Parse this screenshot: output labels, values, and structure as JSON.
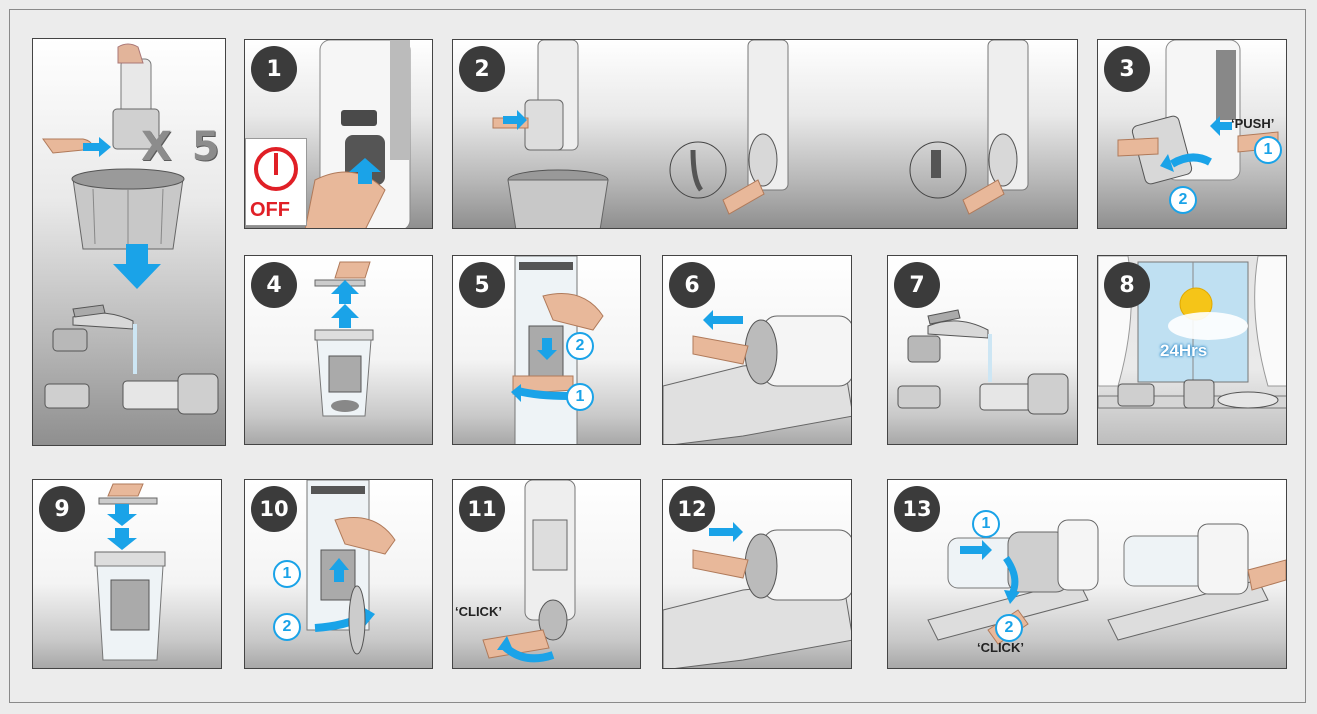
{
  "steps": [
    {
      "id": "pre",
      "badge": ""
    },
    {
      "id": "s1",
      "badge": "1",
      "off_label": "OFF"
    },
    {
      "id": "s2",
      "badge": "2"
    },
    {
      "id": "s3",
      "badge": "3",
      "push_label": "‘PUSH’",
      "callouts": [
        "1",
        "2"
      ]
    },
    {
      "id": "s4",
      "badge": "4"
    },
    {
      "id": "s5",
      "badge": "5",
      "callouts": [
        "2",
        "1"
      ]
    },
    {
      "id": "s6",
      "badge": "6"
    },
    {
      "id": "s7",
      "badge": "7"
    },
    {
      "id": "s8",
      "badge": "8",
      "dry_label": "24Hrs"
    },
    {
      "id": "s9",
      "badge": "9"
    },
    {
      "id": "s10",
      "badge": "10",
      "callouts": [
        "1",
        "2"
      ]
    },
    {
      "id": "s11",
      "badge": "11",
      "click_label": "‘CLICK’"
    },
    {
      "id": "s12",
      "badge": "12"
    },
    {
      "id": "s13",
      "badge": "13",
      "click_label": "‘CLICK’",
      "callouts": [
        "1",
        "2"
      ]
    }
  ],
  "repeat_label": "X 5",
  "colors": {
    "accent": "#1aa3e8",
    "badge": "#3b3b3b",
    "off": "#e01f26"
  }
}
